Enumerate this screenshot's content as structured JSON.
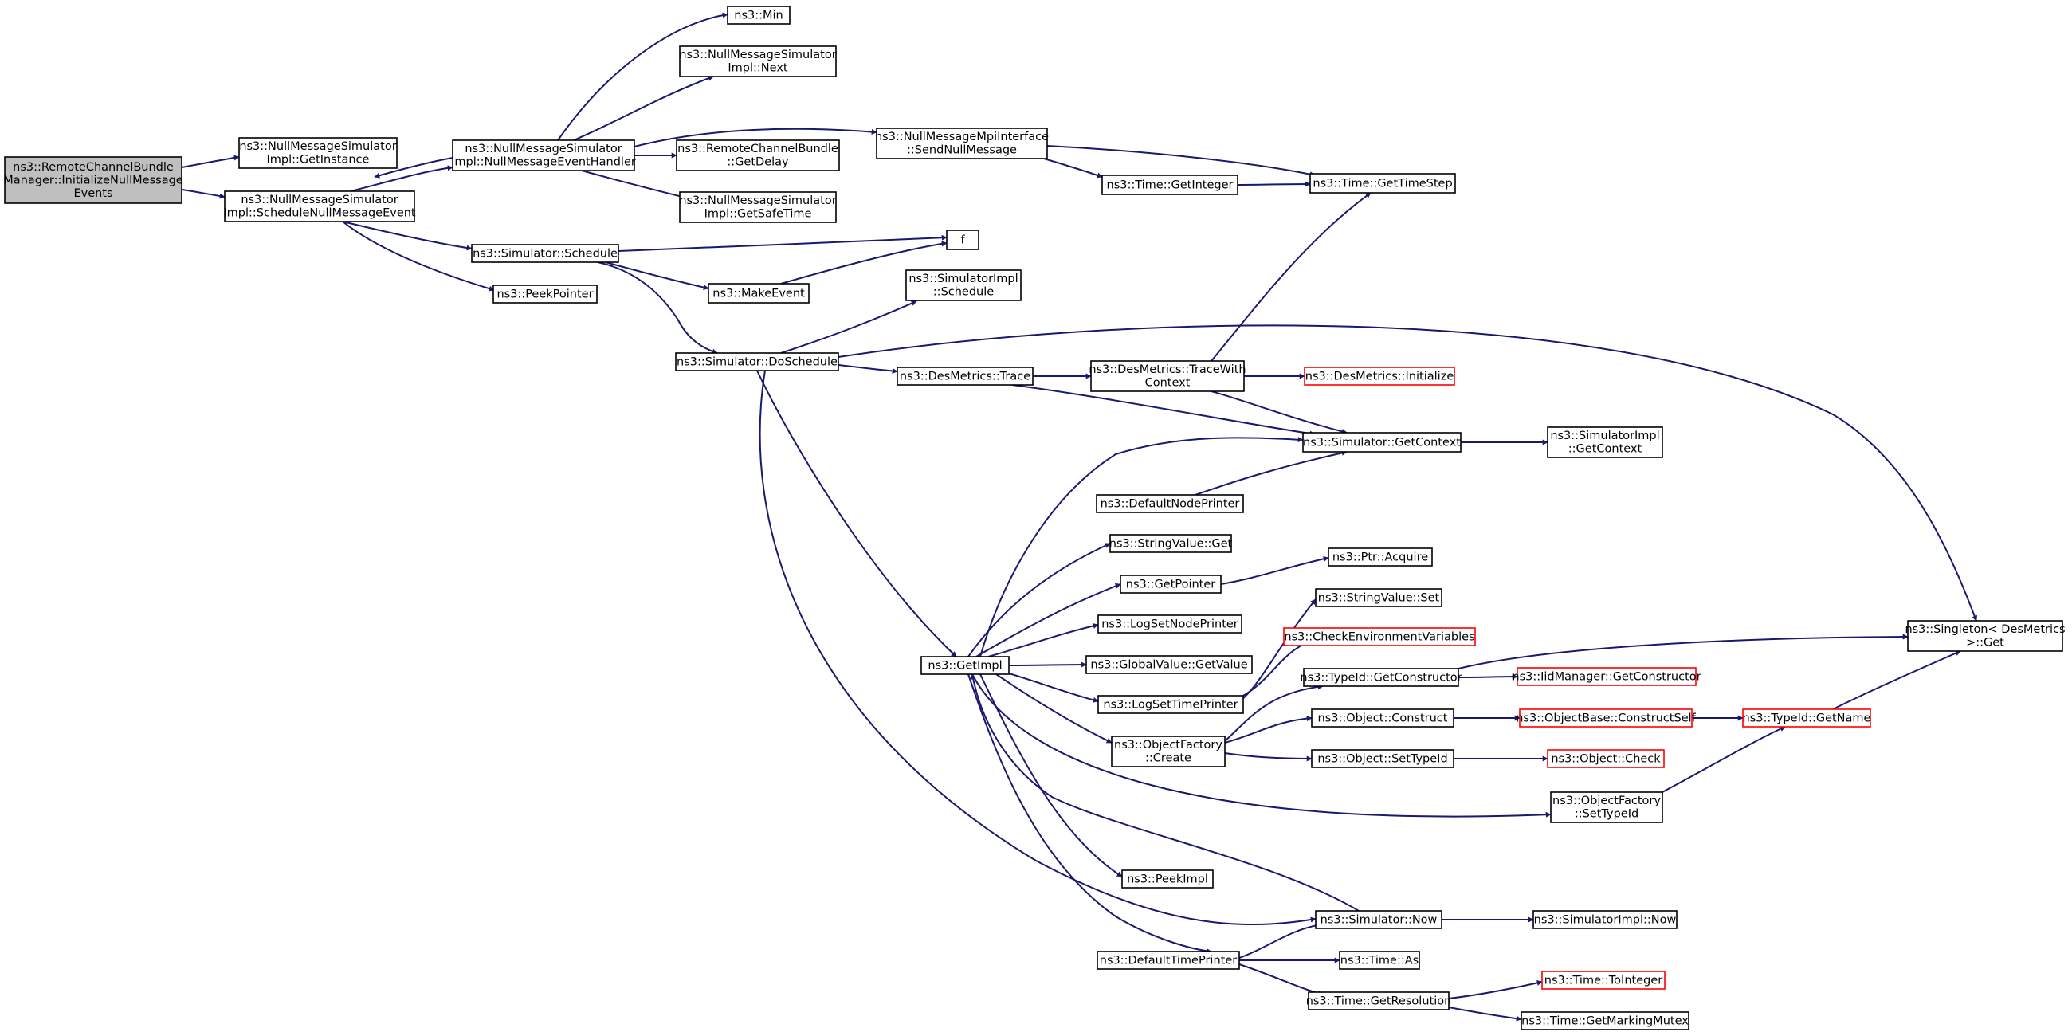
{
  "diagram": {
    "nodes": [
      {
        "id": "root",
        "name": "node-remote-channel-bundle-manager-initialize-null-message-events",
        "lines": [
          "ns3::RemoteChannelBundle",
          "Manager::InitializeNullMessage",
          "Events"
        ],
        "root": true
      },
      {
        "id": "getinstance",
        "name": "node-null-message-simulator-impl-get-instance",
        "lines": [
          "ns3::NullMessageSimulator",
          "Impl::GetInstance"
        ]
      },
      {
        "id": "schednull",
        "name": "node-null-message-simulator-impl-schedule-null-message-event",
        "lines": [
          "ns3::NullMessageSimulator",
          "Impl::ScheduleNullMessageEvent"
        ]
      },
      {
        "id": "nmhandler",
        "name": "node-null-message-simulator-impl-null-message-event-handler",
        "lines": [
          "ns3::NullMessageSimulator",
          "Impl::NullMessageEventHandler"
        ]
      },
      {
        "id": "min",
        "name": "node-min",
        "lines": [
          "ns3::Min"
        ]
      },
      {
        "id": "next",
        "name": "node-null-message-simulator-impl-next",
        "lines": [
          "ns3::NullMessageSimulator",
          "Impl::Next"
        ]
      },
      {
        "id": "getdelay",
        "name": "node-remote-channel-bundle-get-delay",
        "lines": [
          "ns3::RemoteChannelBundle",
          "::GetDelay"
        ]
      },
      {
        "id": "getsafetime",
        "name": "node-null-message-simulator-impl-get-safe-time",
        "lines": [
          "ns3::NullMessageSimulator",
          "Impl::GetSafeTime"
        ]
      },
      {
        "id": "sendnull",
        "name": "node-null-message-mpi-interface-send-null-message",
        "lines": [
          "ns3::NullMessageMpiInterface",
          "::SendNullMessage"
        ]
      },
      {
        "id": "timegetint",
        "name": "node-time-get-integer",
        "lines": [
          "ns3::Time::GetInteger"
        ]
      },
      {
        "id": "timestep",
        "name": "node-time-get-time-step",
        "lines": [
          "ns3::Time::GetTimeStep"
        ]
      },
      {
        "id": "schedule",
        "name": "node-simulator-schedule",
        "lines": [
          "ns3::Simulator::Schedule"
        ]
      },
      {
        "id": "peekptr",
        "name": "node-peek-pointer",
        "lines": [
          "ns3::PeekPointer"
        ]
      },
      {
        "id": "f",
        "name": "node-f",
        "lines": [
          "f"
        ]
      },
      {
        "id": "makeevent",
        "name": "node-make-event",
        "lines": [
          "ns3::MakeEvent"
        ]
      },
      {
        "id": "simimplsched",
        "name": "node-simulator-impl-schedule",
        "lines": [
          "ns3::SimulatorImpl",
          "::Schedule"
        ]
      },
      {
        "id": "dosched",
        "name": "node-simulator-do-schedule",
        "lines": [
          "ns3::Simulator::DoSchedule"
        ]
      },
      {
        "id": "desmtrace",
        "name": "node-des-metrics-trace",
        "lines": [
          "ns3::DesMetrics::Trace"
        ]
      },
      {
        "id": "tracewith",
        "name": "node-des-metrics-trace-with-context",
        "lines": [
          "ns3::DesMetrics::TraceWith",
          "Context"
        ]
      },
      {
        "id": "desminit",
        "name": "node-des-metrics-initialize",
        "lines": [
          "ns3::DesMetrics::Initialize"
        ],
        "truncated": true
      },
      {
        "id": "getcontext",
        "name": "node-simulator-get-context",
        "lines": [
          "ns3::Simulator::GetContext"
        ]
      },
      {
        "id": "implgetctx",
        "name": "node-simulator-impl-get-context",
        "lines": [
          "ns3::SimulatorImpl",
          "::GetContext"
        ]
      },
      {
        "id": "defnode",
        "name": "node-default-node-printer",
        "lines": [
          "ns3::DefaultNodePrinter"
        ]
      },
      {
        "id": "strget",
        "name": "node-string-value-get",
        "lines": [
          "ns3::StringValue::Get"
        ]
      },
      {
        "id": "getpointer",
        "name": "node-get-pointer",
        "lines": [
          "ns3::GetPointer"
        ]
      },
      {
        "id": "ptracq",
        "name": "node-ptr-acquire",
        "lines": [
          "ns3::Ptr::Acquire"
        ]
      },
      {
        "id": "strset",
        "name": "node-string-value-set",
        "lines": [
          "ns3::StringValue::Set"
        ]
      },
      {
        "id": "lognode",
        "name": "node-log-set-node-printer",
        "lines": [
          "ns3::LogSetNodePrinter"
        ]
      },
      {
        "id": "checkenv",
        "name": "node-check-environment-variables",
        "lines": [
          "ns3::CheckEnvironmentVariables"
        ],
        "truncated": true
      },
      {
        "id": "getimpl",
        "name": "node-get-impl",
        "lines": [
          "ns3::GetImpl"
        ]
      },
      {
        "id": "gvget",
        "name": "node-global-value-get-value",
        "lines": [
          "ns3::GlobalValue::GetValue"
        ]
      },
      {
        "id": "logtime",
        "name": "node-log-set-time-printer",
        "lines": [
          "ns3::LogSetTimePrinter"
        ]
      },
      {
        "id": "typegetctor",
        "name": "node-type-id-get-constructor",
        "lines": [
          "ns3::TypeId::GetConstructor"
        ]
      },
      {
        "id": "iidgetctor",
        "name": "node-iid-manager-get-constructor",
        "lines": [
          "ns3::IidManager::GetConstructor"
        ],
        "truncated": true
      },
      {
        "id": "singleton",
        "name": "node-singleton-des-metrics-get",
        "lines": [
          "ns3::Singleton< DesMetrics",
          "  >::Get"
        ]
      },
      {
        "id": "objfcreate",
        "name": "node-object-factory-create",
        "lines": [
          "ns3::ObjectFactory",
          "::Create"
        ]
      },
      {
        "id": "objconstruct",
        "name": "node-object-construct",
        "lines": [
          "ns3::Object::Construct"
        ]
      },
      {
        "id": "constructself",
        "name": "node-object-base-construct-self",
        "lines": [
          "ns3::ObjectBase::ConstructSelf"
        ],
        "truncated": true
      },
      {
        "id": "getname",
        "name": "node-type-id-get-name",
        "lines": [
          "ns3::TypeId::GetName"
        ],
        "truncated": true
      },
      {
        "id": "settypeid",
        "name": "node-object-set-type-id",
        "lines": [
          "ns3::Object::SetTypeId"
        ]
      },
      {
        "id": "objcheck",
        "name": "node-object-check",
        "lines": [
          "ns3::Object::Check"
        ],
        "truncated": true
      },
      {
        "id": "objfsettype",
        "name": "node-object-factory-set-type-id",
        "lines": [
          "ns3::ObjectFactory",
          "::SetTypeId"
        ]
      },
      {
        "id": "peekimpl",
        "name": "node-peek-impl",
        "lines": [
          "ns3::PeekImpl"
        ]
      },
      {
        "id": "simnow",
        "name": "node-simulator-now",
        "lines": [
          "ns3::Simulator::Now"
        ]
      },
      {
        "id": "implnow",
        "name": "node-simulator-impl-now",
        "lines": [
          "ns3::SimulatorImpl::Now"
        ]
      },
      {
        "id": "deftime",
        "name": "node-default-time-printer",
        "lines": [
          "ns3::DefaultTimePrinter"
        ]
      },
      {
        "id": "timeas",
        "name": "node-time-as",
        "lines": [
          "ns3::Time::As"
        ]
      },
      {
        "id": "timeres",
        "name": "node-time-get-resolution",
        "lines": [
          "ns3::Time::GetResolution"
        ]
      },
      {
        "id": "toint",
        "name": "node-time-to-integer",
        "lines": [
          "ns3::Time::ToInteger"
        ],
        "truncated": true
      },
      {
        "id": "markmutex",
        "name": "node-time-get-marking-mutex",
        "lines": [
          "ns3::Time::GetMarkingMutex"
        ]
      }
    ]
  }
}
